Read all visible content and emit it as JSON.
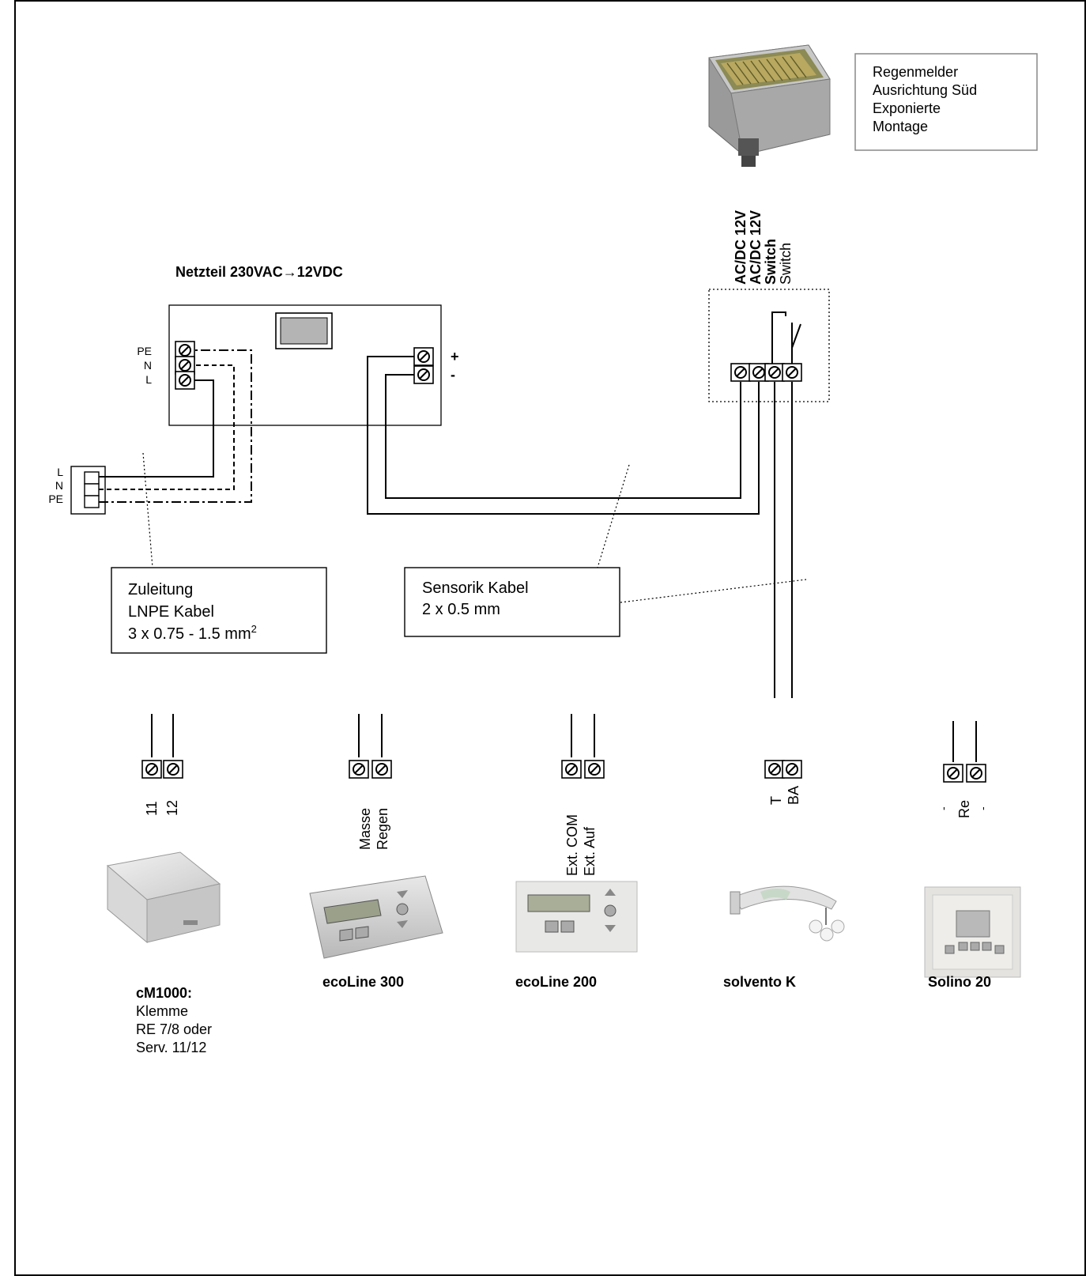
{
  "rain_sensor": {
    "lines": [
      "Regenmelder",
      "Ausrichtung Süd",
      "Exponierte",
      "Montage"
    ]
  },
  "sensor_terminal_labels": [
    "AC/DC 12V",
    "AC/DC 12V",
    "Switch",
    "Switch"
  ],
  "power_supply": {
    "title_prefix": "Netzteil 230VAC",
    "title_arrow": "→",
    "title_suffix": "12VDC",
    "input_labels": [
      "PE",
      "N",
      "L"
    ],
    "output_labels": [
      "+",
      "-"
    ]
  },
  "mains_connector_labels": [
    "L",
    "N",
    "PE"
  ],
  "supply_cable_box": {
    "line1": "Zuleitung",
    "line2": "LNPE Kabel",
    "line3": "3 x 0.75 - 1.5 mm",
    "line3_sup": "2"
  },
  "sensor_cable_box": {
    "line1": "Sensorik Kabel",
    "line2": "2 x 0.5 mm"
  },
  "devices": [
    {
      "terminals": [
        "11",
        "12"
      ],
      "name": "cM1000:",
      "details": [
        "Klemme",
        "RE 7/8 oder",
        "Serv. 11/12"
      ]
    },
    {
      "terminals": [
        "Masse",
        "Regen"
      ],
      "name": "ecoLine 300",
      "details": []
    },
    {
      "terminals": [
        "Ext. COM",
        "Ext. Auf"
      ],
      "name": "ecoLine 200",
      "details": []
    },
    {
      "terminals": [
        "T",
        "BA"
      ],
      "name": "solvento K",
      "details": []
    },
    {
      "terminals": [
        "-",
        "Re",
        "-"
      ],
      "name": "Solino 20",
      "details": []
    }
  ],
  "icons": {
    "terminal_screw": "screw-terminal-icon",
    "rain_sensor": "rain-sensor-icon"
  }
}
